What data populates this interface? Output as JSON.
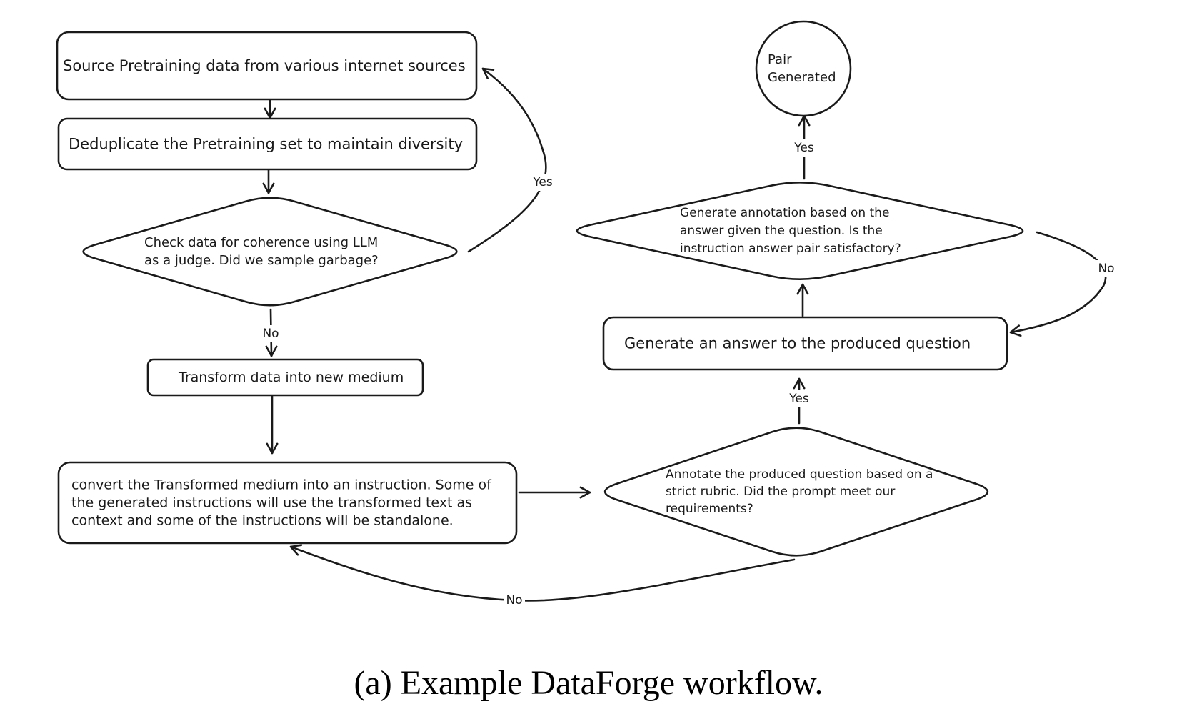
{
  "nodes": {
    "source": {
      "shape": "rounded-rect",
      "lines": [
        "Source Pretraining data from various internet sources"
      ]
    },
    "dedup": {
      "shape": "rounded-rect",
      "lines": [
        "Deduplicate the Pretraining set to maintain diversity"
      ]
    },
    "check": {
      "shape": "diamond",
      "lines": [
        "Check data for coherence using LLM",
        "as a judge. Did we sample garbage?"
      ]
    },
    "transform": {
      "shape": "rounded-rect",
      "lines": [
        "Transform data into new medium"
      ]
    },
    "convert": {
      "shape": "rounded-rect",
      "lines": [
        "convert the Transformed medium into an instruction. Some of",
        "the generated instructions will use the transformed text as",
        "context and some of the instructions will be standalone."
      ]
    },
    "annotate_q": {
      "shape": "diamond",
      "lines": [
        "Annotate the produced question based on a",
        "strict rubric. Did the prompt meet our",
        "requirements?"
      ]
    },
    "answer": {
      "shape": "rounded-rect",
      "lines": [
        "Generate an answer to the produced question"
      ]
    },
    "annotate_a": {
      "shape": "diamond",
      "lines": [
        "Generate annotation based on the",
        "answer given the question. Is the",
        "instruction answer pair satisfactory?"
      ]
    },
    "done": {
      "shape": "circle",
      "lines": [
        "Pair",
        "Generated"
      ]
    }
  },
  "edges": [
    {
      "id": "source-dedup",
      "from": "source",
      "to": "dedup",
      "label": ""
    },
    {
      "id": "dedup-check",
      "from": "dedup",
      "to": "check",
      "label": ""
    },
    {
      "id": "check-source",
      "from": "check",
      "to": "source",
      "label": "Yes"
    },
    {
      "id": "check-transform",
      "from": "check",
      "to": "transform",
      "label": "No"
    },
    {
      "id": "transform-convert",
      "from": "transform",
      "to": "convert",
      "label": ""
    },
    {
      "id": "convert-annotate_q",
      "from": "convert",
      "to": "annotate_q",
      "label": ""
    },
    {
      "id": "annotate_q-convert",
      "from": "annotate_q",
      "to": "convert",
      "label": "No"
    },
    {
      "id": "annotate_q-answer",
      "from": "annotate_q",
      "to": "answer",
      "label": "Yes"
    },
    {
      "id": "answer-annotate_a",
      "from": "answer",
      "to": "annotate_a",
      "label": ""
    },
    {
      "id": "annotate_a-answer",
      "from": "annotate_a",
      "to": "answer",
      "label": "No"
    },
    {
      "id": "annotate_a-done",
      "from": "annotate_a",
      "to": "done",
      "label": "Yes"
    }
  ],
  "caption": "(a) Example DataForge workflow."
}
